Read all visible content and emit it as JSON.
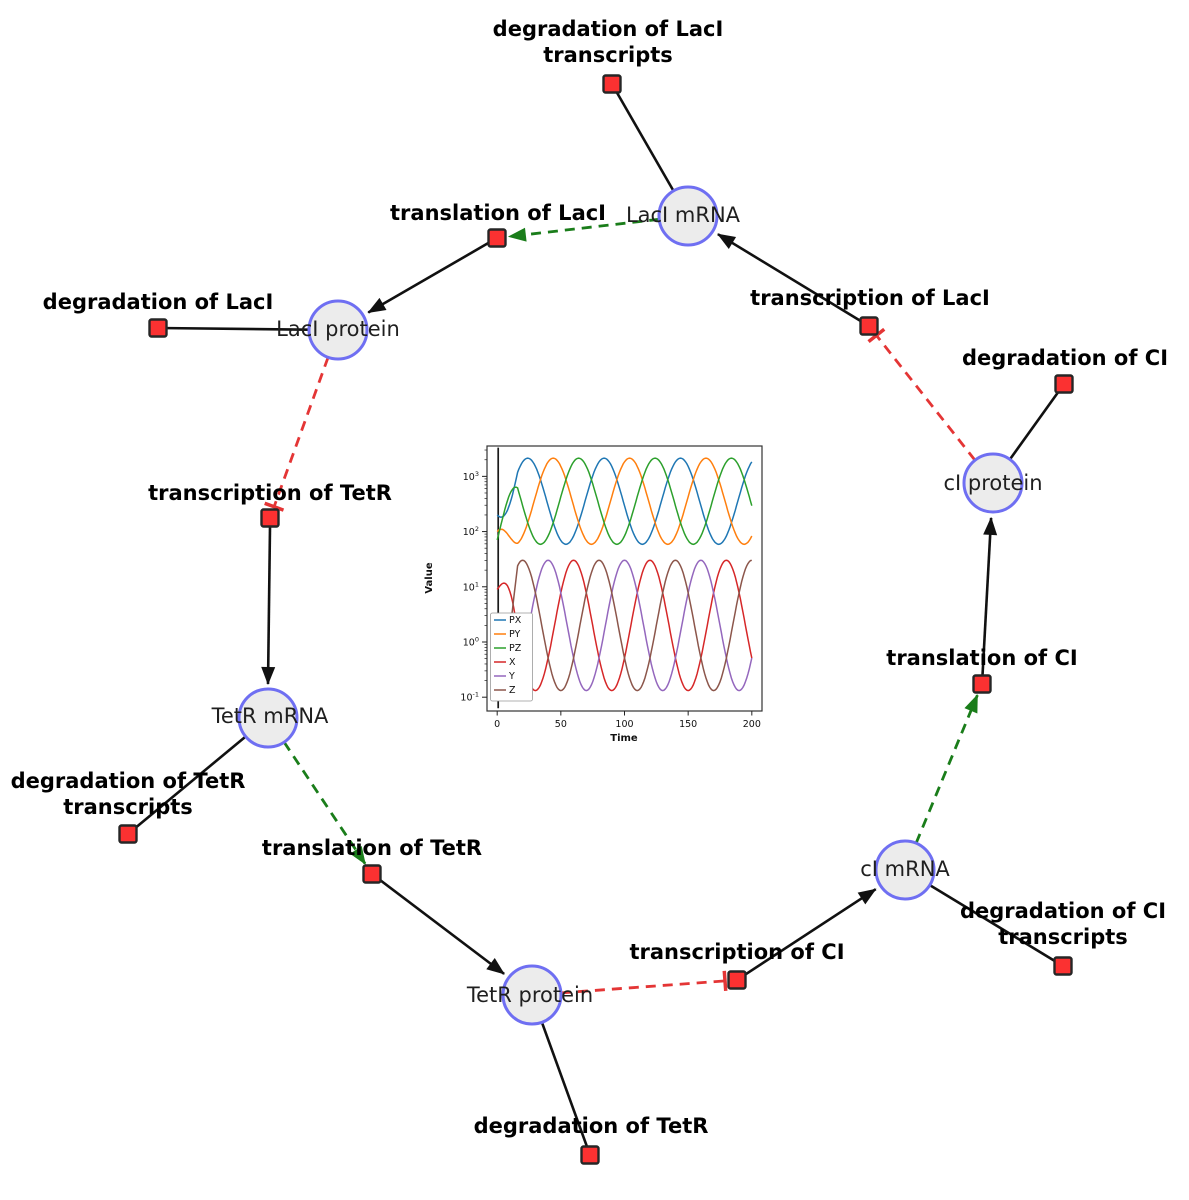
{
  "diagram": {
    "species": [
      {
        "id": "laci-mrna",
        "label": "LacI mRNA"
      },
      {
        "id": "laci-protein",
        "label": "LacI protein"
      },
      {
        "id": "tetr-mrna",
        "label": "TetR mRNA"
      },
      {
        "id": "tetr-protein",
        "label": "TetR protein"
      },
      {
        "id": "ci-mrna",
        "label": "cI mRNA"
      },
      {
        "id": "ci-protein",
        "label": "cI protein"
      }
    ],
    "reactions": [
      {
        "id": "degradation-of-laci-transcripts",
        "label": "degradation of LacI transcripts"
      },
      {
        "id": "translation-of-laci",
        "label": "translation of LacI"
      },
      {
        "id": "degradation-of-laci",
        "label": "degradation of LacI"
      },
      {
        "id": "transcription-of-laci",
        "label": "transcription of LacI"
      },
      {
        "id": "degradation-of-ci",
        "label": "degradation of CI"
      },
      {
        "id": "transcription-of-tetr",
        "label": "transcription of TetR"
      },
      {
        "id": "degradation-of-tetr-transcripts",
        "label": "degradation of TetR transcripts"
      },
      {
        "id": "translation-of-tetr",
        "label": "translation of TetR"
      },
      {
        "id": "degradation-of-tetr",
        "label": "degradation of TetR"
      },
      {
        "id": "transcription-of-ci",
        "label": "transcription of CI"
      },
      {
        "id": "degradation-of-ci-transcripts",
        "label": "degradation of CI transcripts"
      },
      {
        "id": "translation-of-ci",
        "label": "translation of CI"
      }
    ],
    "colors": {
      "species_fill": "#ececec",
      "species_stroke": "#6f6ff2",
      "reaction_fill": "#fb3131",
      "reaction_stroke": "#262626",
      "edge_black": "#111111",
      "edge_green": "#1a7d1a",
      "edge_red": "#e43535"
    }
  },
  "chart_data": {
    "type": "line",
    "xlabel": "Time",
    "ylabel": "Value",
    "x_range": [
      0,
      200
    ],
    "x_ticks": [
      0,
      50,
      100,
      150,
      200
    ],
    "y_scale": "log",
    "y_tick_exponents": [
      -1,
      0,
      1,
      2,
      3
    ],
    "legend_position": "lower left",
    "grid": false,
    "sample_step": 1,
    "blend_in": 16,
    "transient_time": 0.8,
    "series": [
      {
        "name": "PX",
        "color": "#1f77b4",
        "log_center": 2.55,
        "log_amplitude": 0.78,
        "period": 60,
        "peak_time": 24,
        "initial_log": 2.3
      },
      {
        "name": "PY",
        "color": "#ff7f0e",
        "log_center": 2.55,
        "log_amplitude": 0.78,
        "period": 60,
        "peak_time": 44,
        "initial_log": 2.0
      },
      {
        "name": "PZ",
        "color": "#2ca02c",
        "log_center": 2.55,
        "log_amplitude": 0.78,
        "period": 60,
        "peak_time": 64,
        "initial_log": 1.85
      },
      {
        "name": "X",
        "color": "#d62728",
        "log_center": 0.3,
        "log_amplitude": 1.18,
        "period": 60,
        "peak_time": 60,
        "initial_log": 0.95
      },
      {
        "name": "Y",
        "color": "#9467bd",
        "log_center": 0.3,
        "log_amplitude": 1.18,
        "period": 60,
        "peak_time": 40,
        "initial_log": -0.8
      },
      {
        "name": "Z",
        "color": "#8c564b",
        "log_center": 0.3,
        "log_amplitude": 1.18,
        "period": 60,
        "peak_time": 20,
        "initial_log": -0.9
      }
    ]
  }
}
